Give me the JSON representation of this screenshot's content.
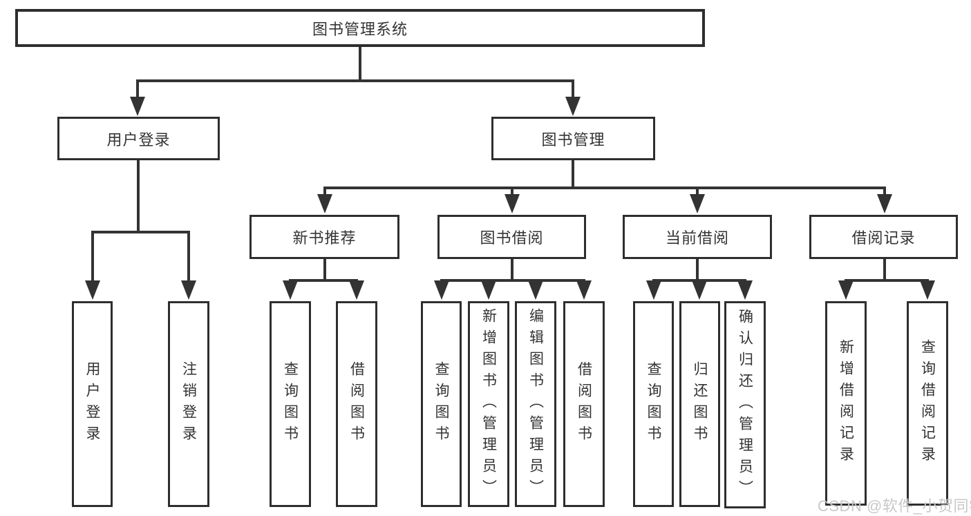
{
  "colors": {
    "background": "#ffffff",
    "line": "#333333",
    "box_border": "#2e2e2e",
    "text": "#333333",
    "watermark": "#c8c8c8"
  },
  "tree": {
    "root": {
      "label": "图书管理系统"
    },
    "branches": [
      {
        "label": "用户登录",
        "children": [
          {
            "label": "用户登录"
          },
          {
            "label": "注销登录"
          }
        ]
      },
      {
        "label": "图书管理",
        "children": [
          {
            "label": "新书推荐",
            "children": [
              {
                "label": "查询图书"
              },
              {
                "label": "借阅图书"
              }
            ]
          },
          {
            "label": "图书借阅",
            "children": [
              {
                "label": "查询图书"
              },
              {
                "label": "新增图书（管理员）"
              },
              {
                "label": "编辑图书（管理员）"
              },
              {
                "label": "借阅图书"
              }
            ]
          },
          {
            "label": "当前借阅",
            "children": [
              {
                "label": "查询图书"
              },
              {
                "label": "归还图书"
              },
              {
                "label": "确认归还（管理员）"
              }
            ]
          },
          {
            "label": "借阅记录",
            "children": [
              {
                "label": "新增借阅记录"
              },
              {
                "label": "查询借阅记录"
              }
            ]
          }
        ]
      }
    ]
  },
  "watermark": "CSDN @软件_小贺同学"
}
